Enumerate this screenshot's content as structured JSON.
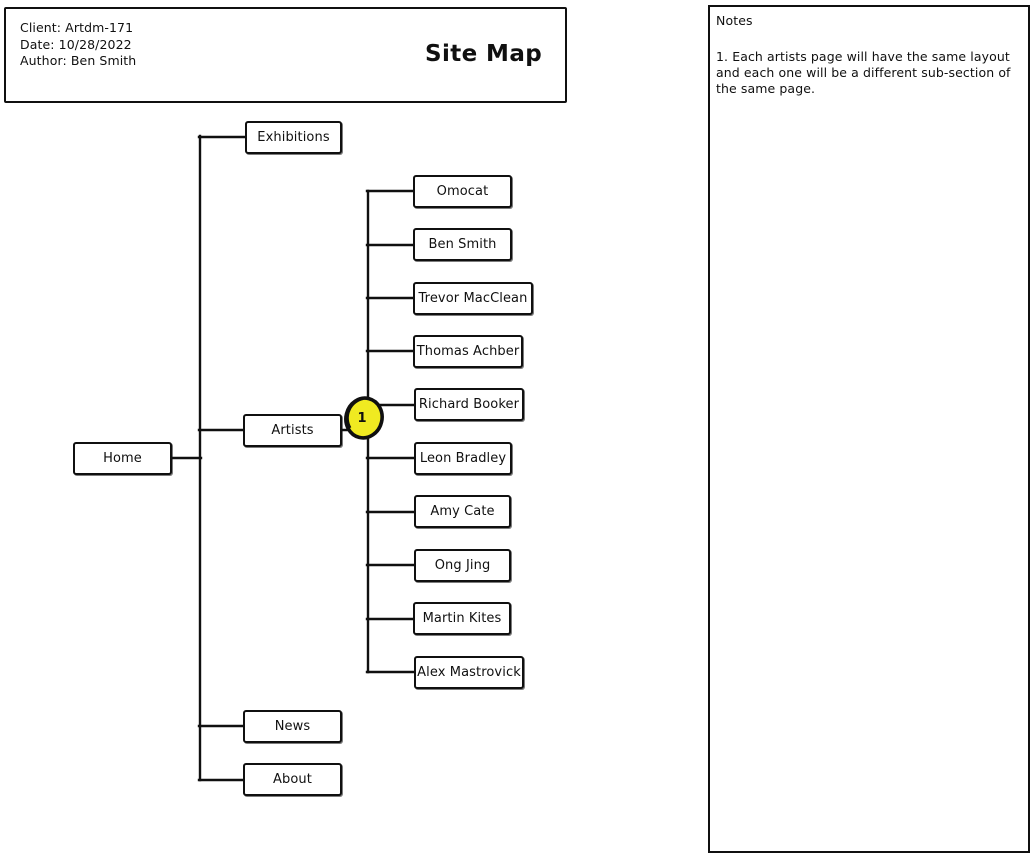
{
  "header": {
    "client": "Client: Artdm-171",
    "date": "Date: 10/28/2022",
    "author": "Author: Ben Smith",
    "title": "Site Map"
  },
  "tree": {
    "home": "Home",
    "sections": [
      "Exhibitions",
      "Artists",
      "News",
      "About"
    ],
    "artists": [
      "Omocat",
      "Ben Smith",
      "Trevor MacClean",
      "Thomas Achber",
      "Richard Booker",
      "Leon Bradley",
      "Amy Cate",
      "Ong Jing",
      "Martin Kites",
      "Alex Mastrovick"
    ],
    "annotation": "1"
  },
  "notes": {
    "heading": "Notes",
    "items": [
      "1. Each artists page will have the same layout and each one will be a different sub-section of the same page."
    ]
  },
  "colors": {
    "sticker_yellow": "#f0ea21",
    "line_black": "#101010",
    "background": "#ffffff"
  }
}
